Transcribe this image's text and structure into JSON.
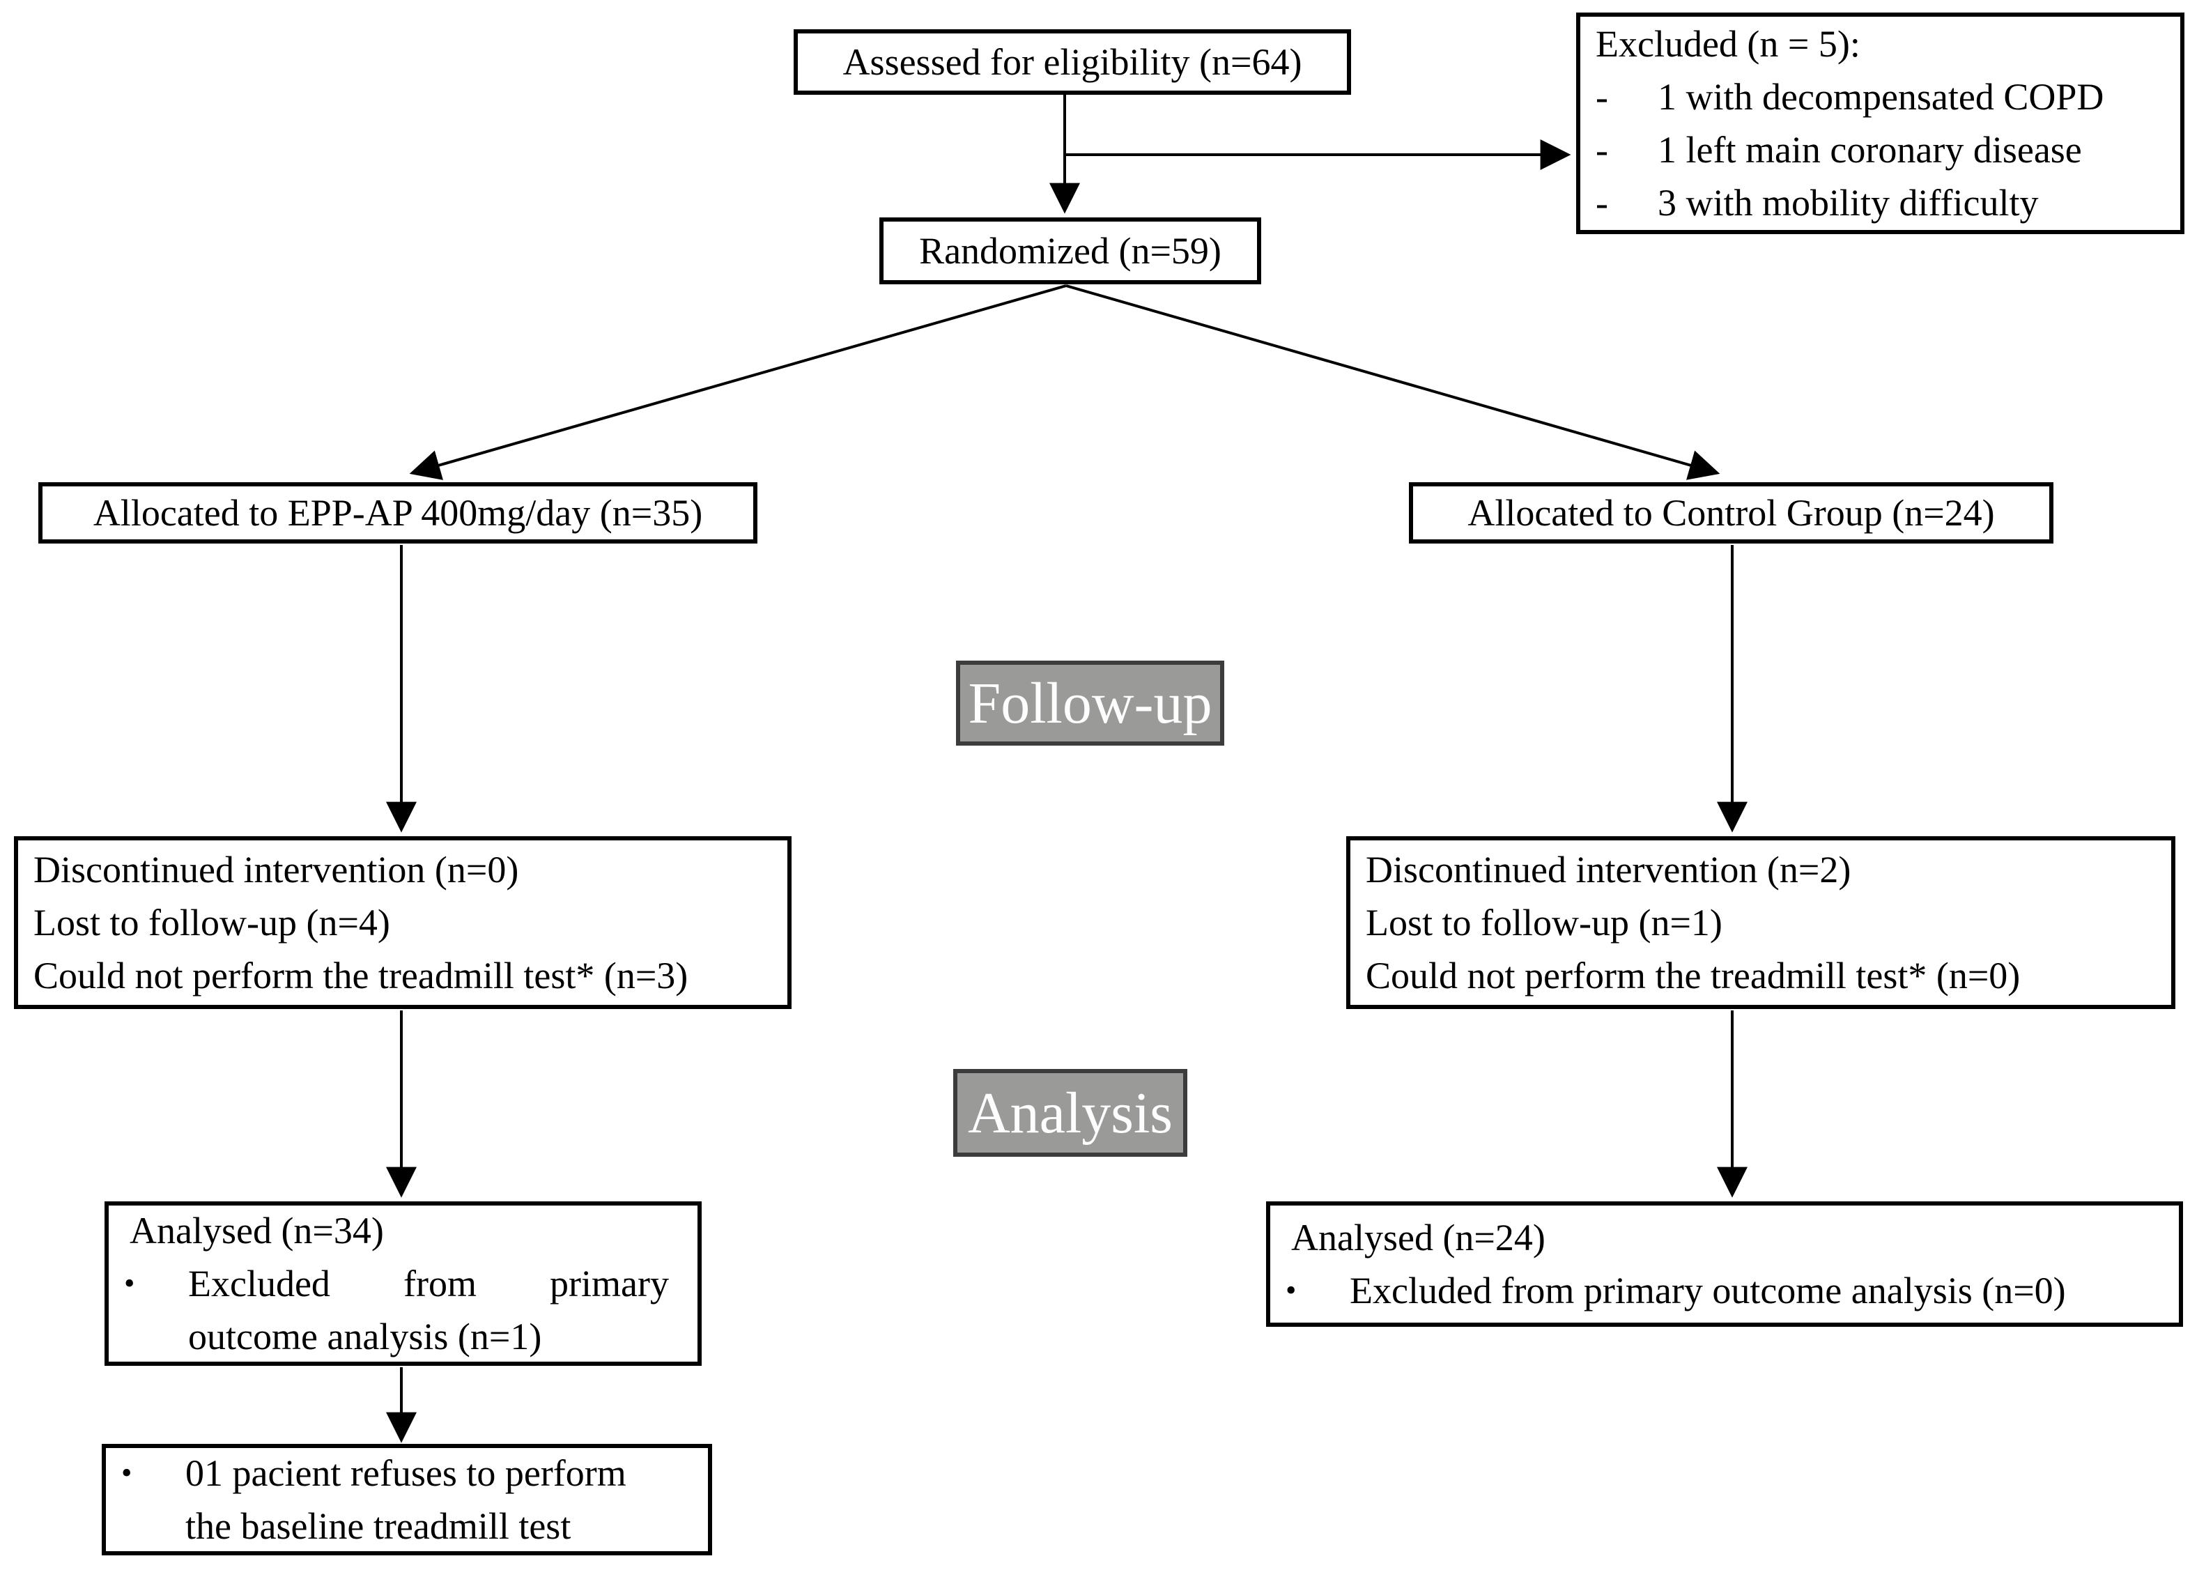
{
  "diagram": {
    "type": "consort-flow",
    "boxes": {
      "assessed": {
        "label": "Assessed for eligibility (n=64)"
      },
      "excluded": {
        "title": "Excluded (n = 5):",
        "dash": "-",
        "items": [
          "1 with decompensated COPD",
          "1 left main coronary disease",
          "3 with mobility difficulty"
        ]
      },
      "randomized": {
        "label": "Randomized (n=59)"
      },
      "alloc_left": {
        "label": "Allocated to EPP-AP 400mg/day (n=35)"
      },
      "alloc_right": {
        "label": "Allocated to Control Group (n=24)"
      },
      "stage_followup": {
        "label": "Follow-up"
      },
      "disc_left": {
        "lines": [
          "Discontinued intervention (n=0)",
          "Lost to follow-up (n=4)",
          "Could not perform the treadmill test* (n=3)"
        ]
      },
      "disc_right": {
        "lines": [
          "Discontinued intervention (n=2)",
          "Lost to follow-up (n=1)",
          "Could not perform the treadmill test* (n=0)"
        ]
      },
      "stage_analysis": {
        "label": "Analysis"
      },
      "analysed_left": {
        "title": "Analysed (n=34)",
        "bullet": "•",
        "lines": [
          "Excluded from primary",
          "outcome analysis (n=1)"
        ]
      },
      "analysed_right": {
        "title": "Analysed (n=24)",
        "bullet": "•",
        "lines": [
          "Excluded from primary outcome analysis (n=0)"
        ]
      },
      "refused": {
        "bullet": "•",
        "lines": [
          "01 pacient refuses to perform",
          "the baseline treadmill test"
        ]
      }
    },
    "colors": {
      "background": "#ffffff",
      "box_border": "#000000",
      "line_color": "#000000",
      "stage_fill": "#9a9a99",
      "stage_border": "#3c3c3c",
      "stage_text": "#fdfdfd"
    }
  }
}
